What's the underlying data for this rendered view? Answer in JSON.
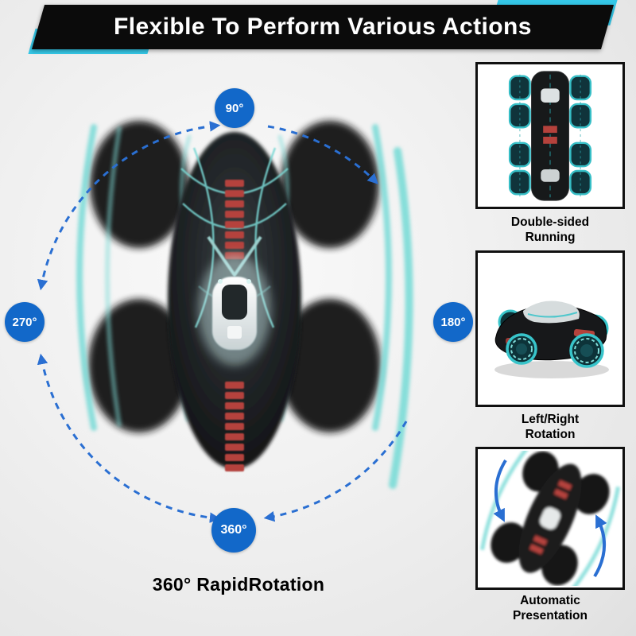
{
  "banner": {
    "title": "Flexible To Perform Various Actions"
  },
  "main": {
    "badge_top": "90°",
    "badge_left": "270°",
    "badge_right": "180°",
    "badge_bottom": "360°",
    "caption": "360° RapidRotation"
  },
  "sidebar": {
    "cards": [
      {
        "line1": "Double-sided",
        "line2": "Running"
      },
      {
        "line1": "Left/Right",
        "line2": "Rotation"
      },
      {
        "line1": "Automatic",
        "line2": "Presentation"
      }
    ]
  },
  "colors": {
    "badge_blue": "#1268c9",
    "arrow_blue": "#2a6fd2",
    "wheel_teal": "#7fdcd8",
    "accent_cyan": "#35c8e8",
    "detail_red": "#b5423c",
    "banner_bg": "#0b0b0b"
  }
}
